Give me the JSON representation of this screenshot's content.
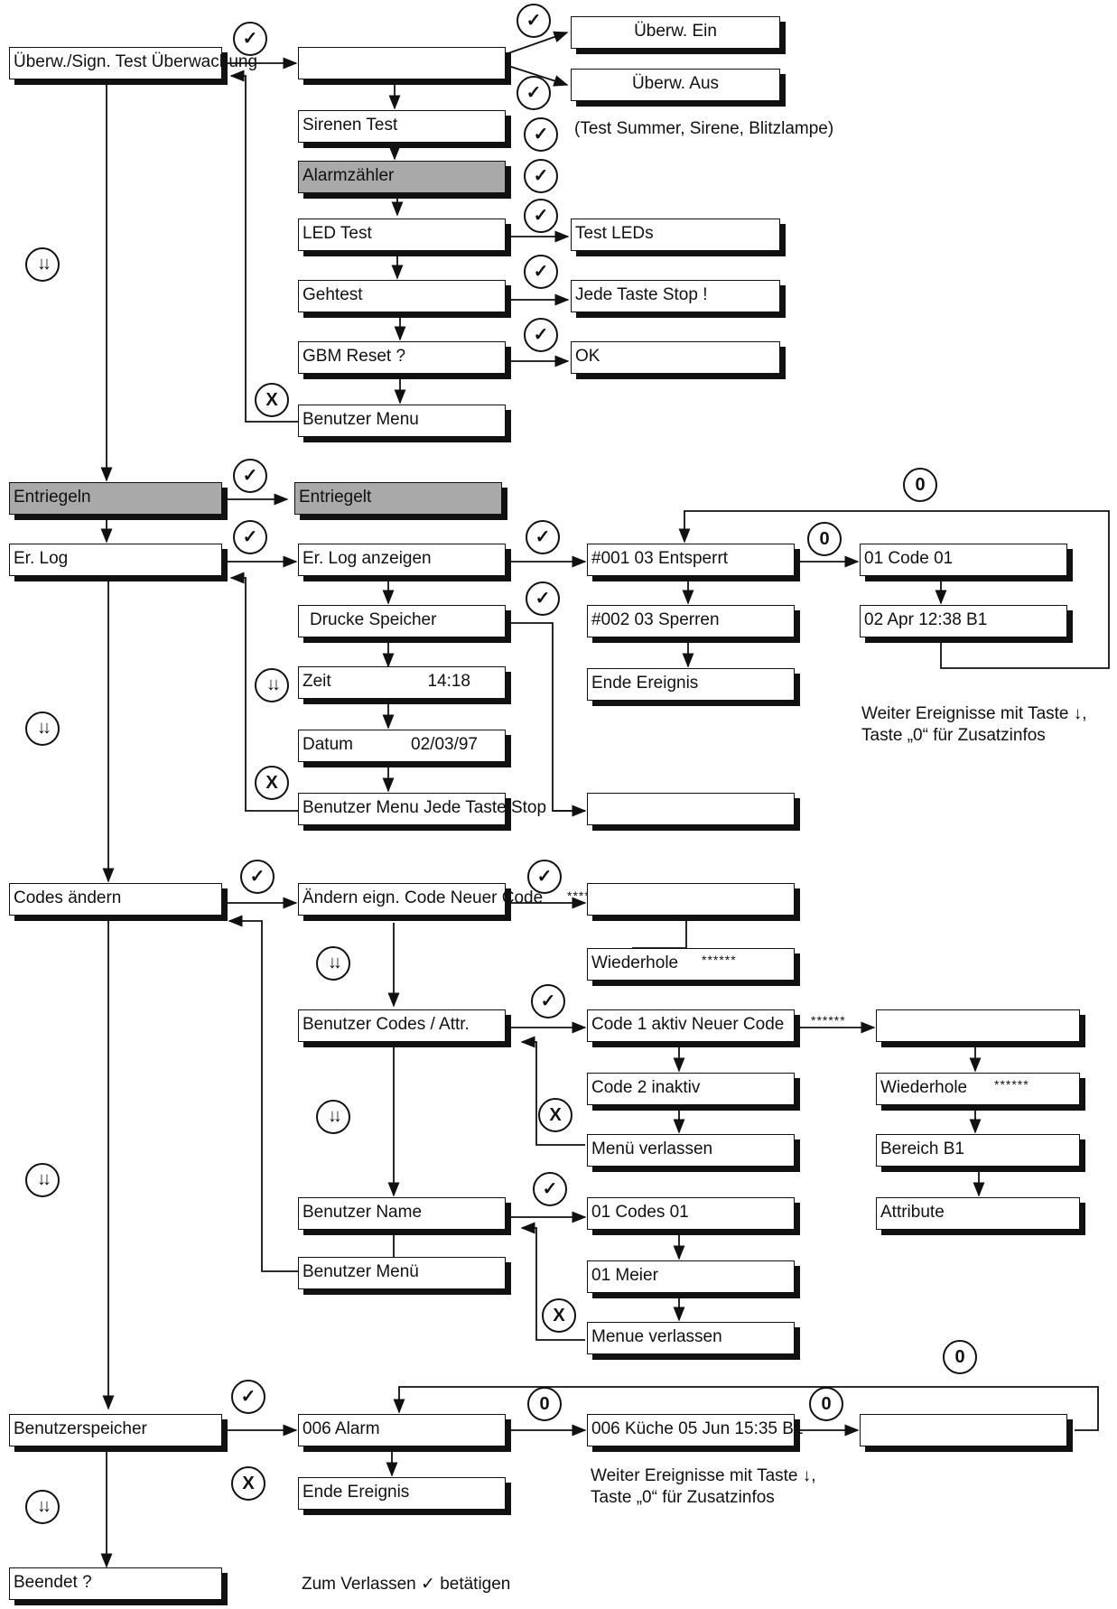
{
  "boxes": {
    "uberw_sign_test": "Überw./Sign. Test Überwachung",
    "uberw_empty": "",
    "uberw_ein": "Überw. Ein",
    "uberw_aus": "Überw. Aus",
    "sirenen_test": "Sirenen Test",
    "alarmzahler": "Alarmzähler",
    "led_test": "LED Test",
    "test_leds": "Test LEDs",
    "gehtest": "Gehtest",
    "jede_taste_stop": "Jede Taste Stop !",
    "gbm_reset": "GBM Reset ?",
    "ok": "OK",
    "benutzer_menu_1": "Benutzer Menu",
    "entriegeln": "Entriegeln",
    "entriegelt": "Entriegelt",
    "er_log": "Er. Log",
    "er_log_anzeigen": "Er. Log anzeigen",
    "ev_001": "#001 03 Entsperrt",
    "code01_detail": "01 Code 01",
    "ev_002": "#002 03 Sperren",
    "date_detail": "02 Apr 12:38 B1",
    "ende_ereignis_1": "Ende Ereignis",
    "drucke_speicher": "Drucke Speicher",
    "zeit_label": "Zeit",
    "zeit_value": "14:18",
    "datum_label": "Datum",
    "datum_value": "02/03/97",
    "benutzer_menu_jede": "Benutzer Menu Jede Taste Stop",
    "print_empty": "",
    "codes_andern": "Codes ändern",
    "andern_eign_code": "Ändern eign. Code Neuer Code",
    "new_code_empty": "",
    "wiederhole_1": "Wiederhole",
    "benutzer_codes_attr": "Benutzer Codes / Attr.",
    "code1_aktiv": "Code 1 aktiv Neuer Code",
    "code1_new_empty": "",
    "code2_inaktiv": "Code 2 inaktiv",
    "wiederhole_2": "Wiederhole",
    "menu_verlassen": "Menü verlassen",
    "bereich_b1": "Bereich B1",
    "attribute": "Attribute",
    "benutzer_name": "Benutzer Name",
    "codes_01": "01 Codes 01",
    "meier_01": "01 Meier",
    "benutzer_menu_2": "Benutzer Menü",
    "menue_verlassen": "Menue verlassen",
    "benutzerspeicher": "Benutzerspeicher",
    "alarm_006": "006 Alarm",
    "kuche_006": "006 Küche 05 Jun 15:35 B1",
    "detail_empty": "",
    "ende_ereignis_2": "Ende Ereignis",
    "beendet": "Beendet ?"
  },
  "notes": {
    "test_summer": "(Test Summer, Sirene, Blitzlampe)",
    "weiter_1_line1": "Weiter Ereignisse mit Taste ↓,",
    "weiter_1_line2": "Taste „0“ für Zusatzinfos",
    "weiter_2_line1": "Weiter Ereignisse mit Taste ↓,",
    "weiter_2_line2": "Taste „0“ für Zusatzinfos",
    "zum_verlassen": "Zum Verlassen ✓ betätigen",
    "stars": "******"
  },
  "symbols": {
    "check": "✓",
    "cancel": "X",
    "zero": "0",
    "down": "↓↓"
  },
  "colors": {
    "highlight_box": "#a9a9a9",
    "line": "#111111"
  }
}
